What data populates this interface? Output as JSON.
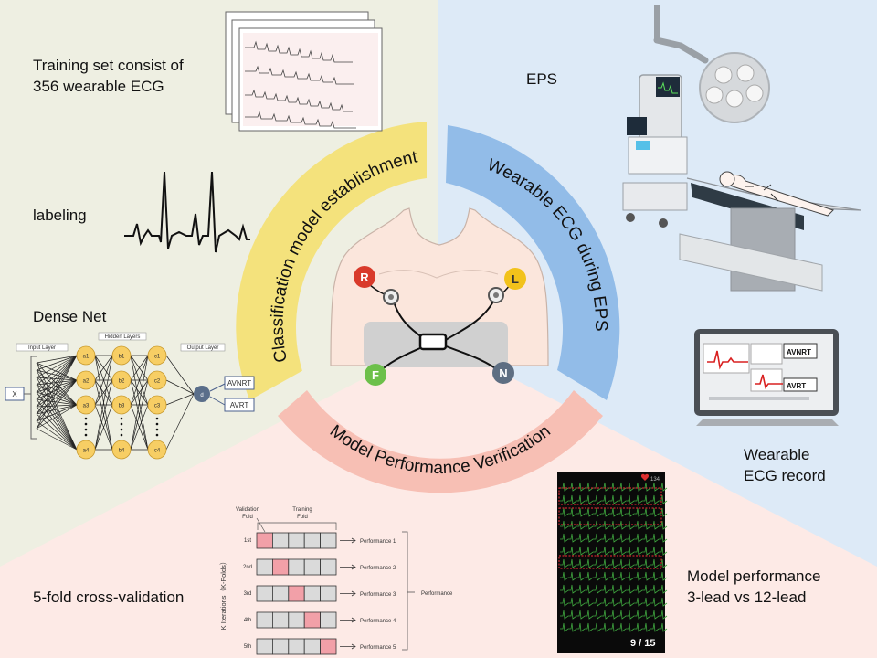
{
  "arcs": {
    "top_left": "Classification model  establishment",
    "top_right": "Wearable ECG during EPS",
    "bottom": "Model Performance Verification"
  },
  "labels": {
    "training_set_line1": "Training set consist of",
    "training_set_line2": "356 wearable ECG",
    "labeling": "labeling",
    "dense_net": "Dense Net",
    "eps": "EPS",
    "wearable_line1": "Wearable",
    "wearable_line2": "ECG record",
    "cv": "5-fold cross-validation",
    "model_perf_line1": "Model performance",
    "model_perf_line2": "3-lead vs 12-lead"
  },
  "electrodes": {
    "r": "R",
    "l": "L",
    "f": "F",
    "n": "N"
  },
  "densenet": {
    "input_layer": "Input  Layer",
    "hidden_layers": "Hidden  Layers",
    "output_layer": "Output  Layer",
    "x": "X",
    "out1": "AVNRT",
    "out2": "AVRT",
    "nodes_a": [
      "a1",
      "a2",
      "a3",
      "a4"
    ],
    "nodes_b": [
      "b1",
      "b2",
      "b3",
      "b4"
    ],
    "nodes_c": [
      "c1",
      "c2",
      "c3",
      "c4"
    ],
    "output_node": "d"
  },
  "monitor": {
    "label1": "AVNRT",
    "label2": "AVRT"
  },
  "cv": {
    "validation_fold": [
      "Validation",
      "Fold"
    ],
    "training_fold": [
      "Training",
      "Fold"
    ],
    "axis": "K Iterations（K-Folds）",
    "rows": [
      {
        "label": "1st",
        "perf": "Performance 1",
        "val_index": 0
      },
      {
        "label": "2nd",
        "perf": "Performance 2",
        "val_index": 1
      },
      {
        "label": "3rd",
        "perf": "Performance 3",
        "val_index": 2
      },
      {
        "label": "4th",
        "perf": "Performance 4",
        "val_index": 3
      },
      {
        "label": "5th",
        "perf": "Performance 5",
        "val_index": 4
      }
    ],
    "performance": "Performance"
  },
  "phone": {
    "counter": "9 / 15",
    "badge": "134"
  },
  "colors": {
    "bg_left": "#EEEFE2",
    "bg_right": "#DDEAF7",
    "bg_bottom": "#FDEAE6",
    "arc_yellow": "#F4E27C",
    "arc_blue": "#92BCE8",
    "arc_pink": "#F7BFB4",
    "electrode_r": "#D93A2B",
    "electrode_l": "#F2C21B",
    "electrode_f": "#6CC04A",
    "electrode_n": "#5E6E82",
    "node_fill": "#F7CE64",
    "val_fold": "#F2A0A8"
  }
}
